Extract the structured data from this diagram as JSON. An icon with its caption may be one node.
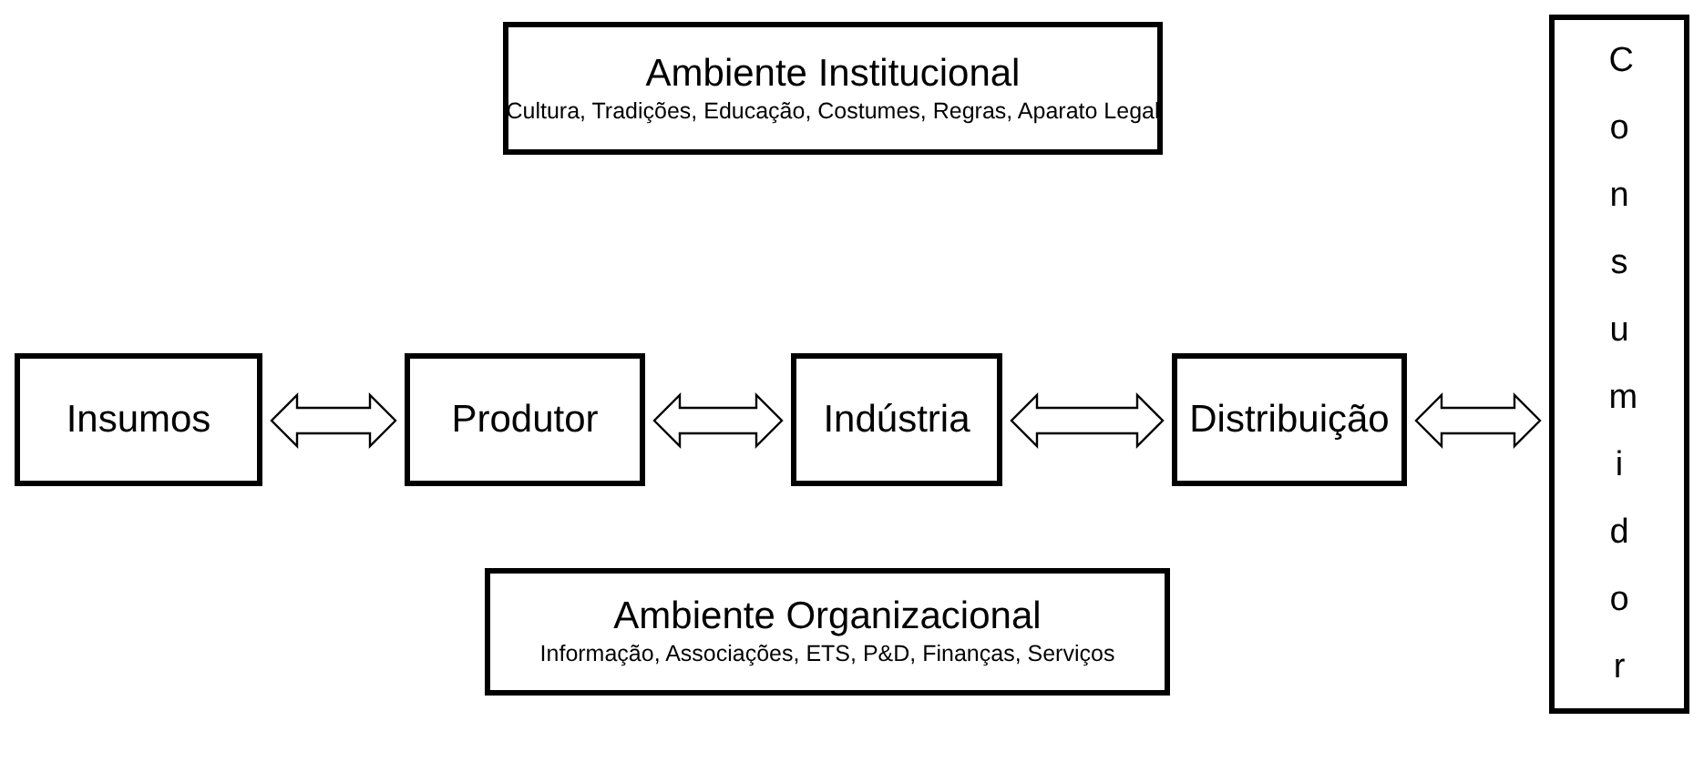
{
  "diagram": {
    "nodes": [
      {
        "text": [
          "Ambiente Institucional",
          "Cultura, Tradições, Educação, Costumes, Regras, Aparato Legal"
        ]
      },
      {
        "text": [
          "Insumos"
        ]
      },
      {
        "text": [
          "Produtor"
        ]
      },
      {
        "text": [
          "Indústria"
        ]
      },
      {
        "text": [
          "Distribuição"
        ]
      },
      {
        "text": [
          "Consumidor"
        ]
      },
      {
        "text": [
          "Ambiente Organizacional",
          "Informação, Associações, ETS, P&D, Finanças, Serviços"
        ]
      }
    ],
    "edges": [
      {
        "from": 1,
        "to": 2,
        "arrow": "both"
      },
      {
        "from": 2,
        "to": 3,
        "arrow": "both"
      },
      {
        "from": 3,
        "to": 4,
        "arrow": "both"
      },
      {
        "from": 4,
        "to": 5,
        "arrow": "both"
      }
    ]
  }
}
